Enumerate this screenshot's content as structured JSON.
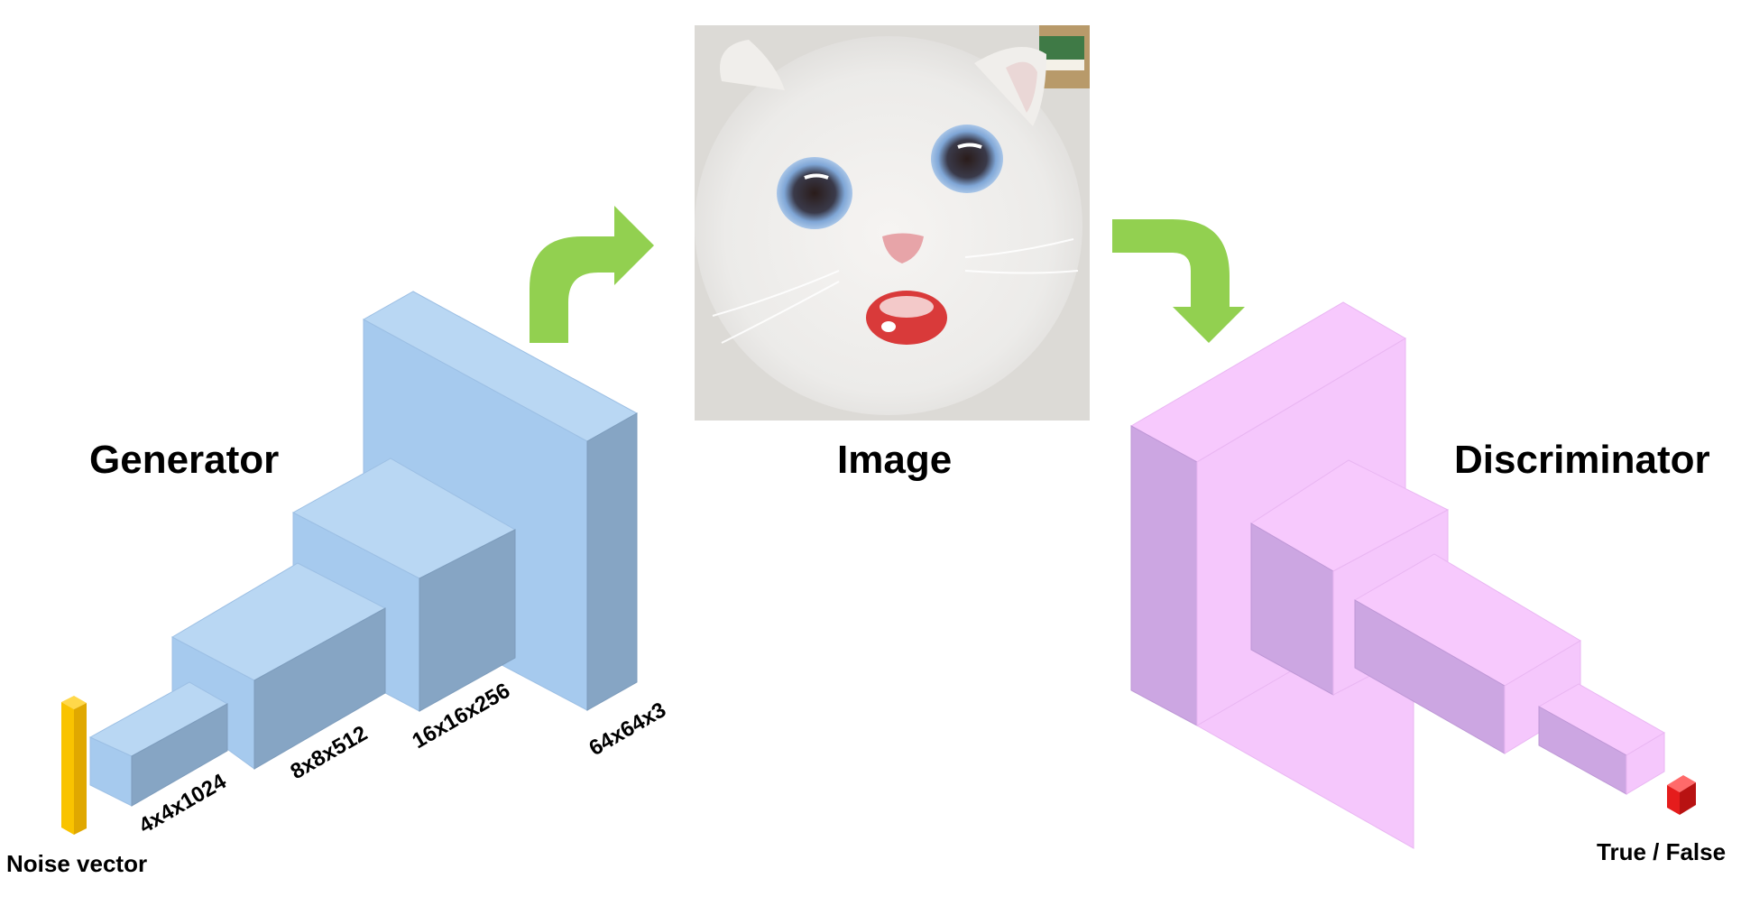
{
  "labels": {
    "generator": "Generator",
    "image": "Image",
    "discriminator": "Discriminator",
    "noise_vector": "Noise vector",
    "output": "True / False"
  },
  "generator_layers": [
    "4x4x1024",
    "8x8x512",
    "16x16x256",
    "64x64x3"
  ],
  "colors": {
    "generator_front": "#86a5c4",
    "generator_top": "#b9d7f3",
    "generator_side": "#a6caee",
    "discriminator_front": "#cca6e2",
    "discriminator_top": "#f7c9fd",
    "discriminator_side": "#f5c7fc",
    "noise": "#f9c300",
    "output": "#e51c1c",
    "arrow": "#92d050"
  },
  "image": {
    "subject": "white-cat-photo"
  }
}
